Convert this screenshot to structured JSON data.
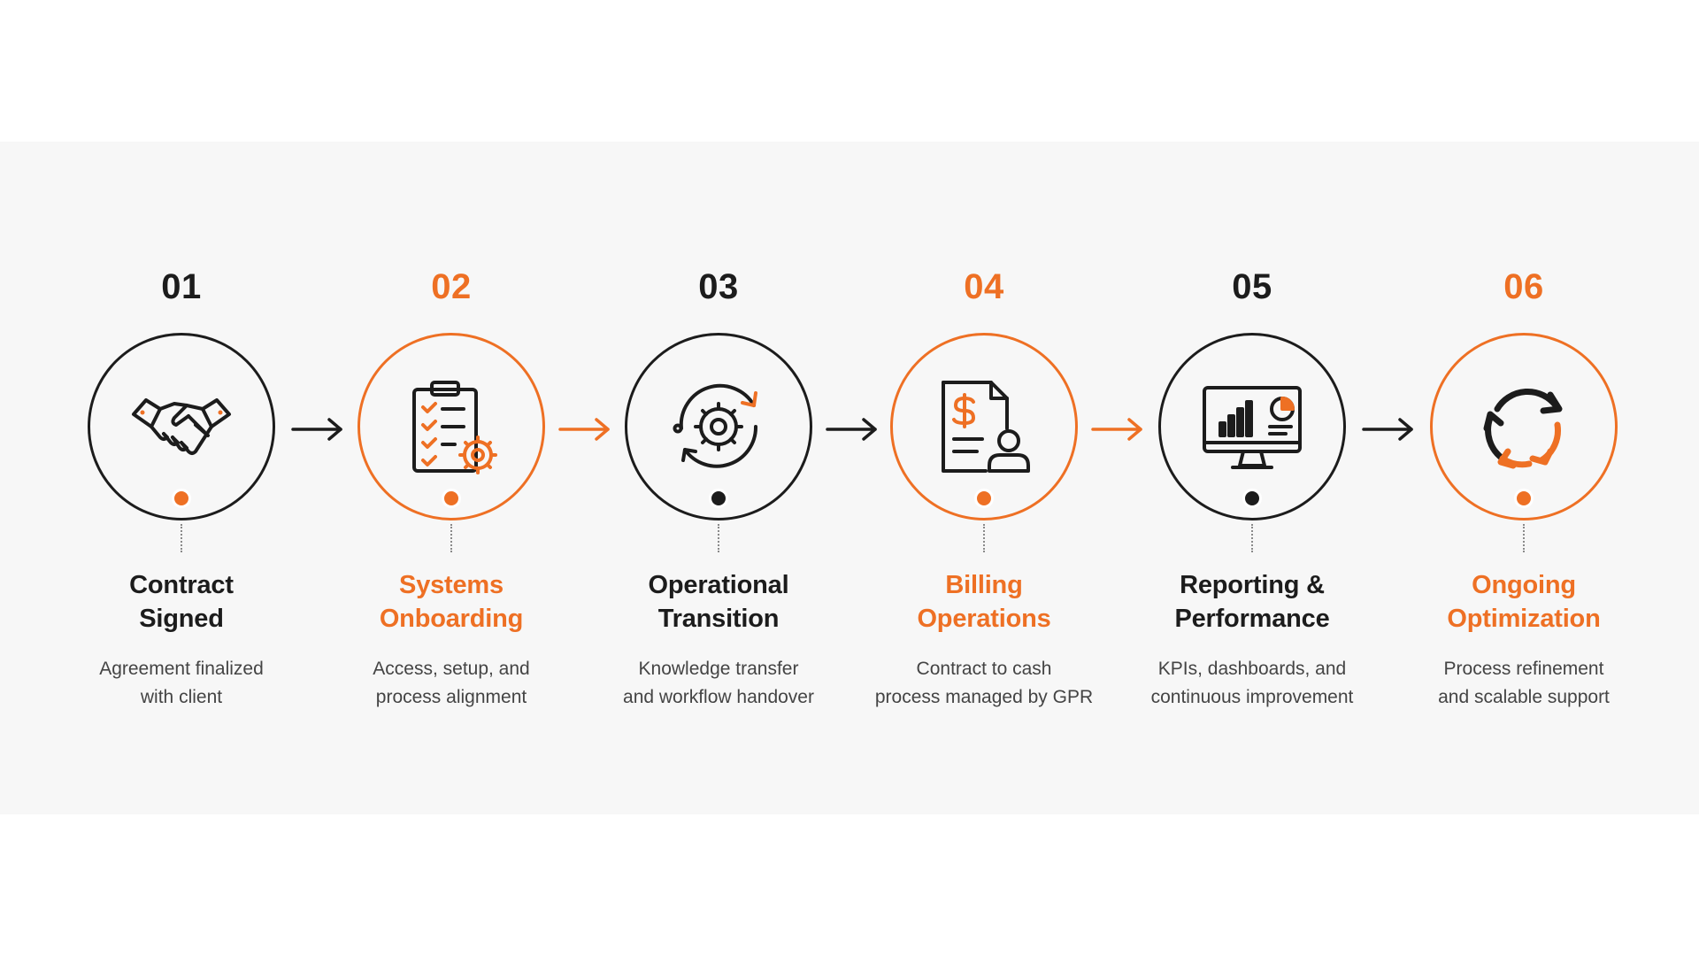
{
  "colors": {
    "accent": "#ee7024",
    "dark": "#1c1c1c",
    "muted": "#444444"
  },
  "steps": [
    {
      "number": "01",
      "title_line1": "Contract",
      "title_line2": "Signed",
      "desc_line1": "Agreement finalized",
      "desc_line2": "with client",
      "accent": false,
      "icon": "handshake-icon"
    },
    {
      "number": "02",
      "title_line1": "Systems",
      "title_line2": "Onboarding",
      "desc_line1": "Access, setup, and",
      "desc_line2": "process alignment",
      "accent": true,
      "icon": "checklist-gear-icon"
    },
    {
      "number": "03",
      "title_line1": "Operational",
      "title_line2": "Transition",
      "desc_line1": "Knowledge transfer",
      "desc_line2": "and workflow handover",
      "accent": false,
      "icon": "gear-cycle-icon"
    },
    {
      "number": "04",
      "title_line1": "Billing",
      "title_line2": "Operations",
      "desc_line1": "Contract to cash",
      "desc_line2": "process managed by GPR",
      "accent": true,
      "icon": "invoice-person-icon"
    },
    {
      "number": "05",
      "title_line1": "Reporting &",
      "title_line2": "Performance",
      "desc_line1": "KPIs, dashboards, and",
      "desc_line2": "continuous improvement",
      "accent": false,
      "icon": "dashboard-monitor-icon"
    },
    {
      "number": "06",
      "title_line1": "Ongoing",
      "title_line2": "Optimization",
      "desc_line1": "Process refinement",
      "desc_line2": "and scalable support",
      "accent": true,
      "icon": "refresh-cycle-icon"
    }
  ],
  "connectors": [
    "dark",
    "accent",
    "dark",
    "accent",
    "dark"
  ]
}
